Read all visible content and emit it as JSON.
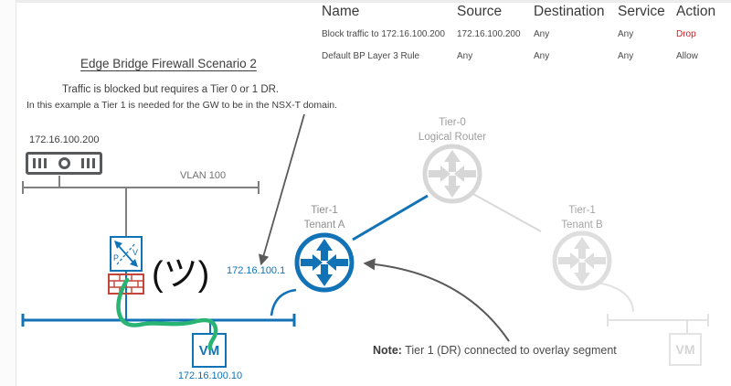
{
  "table": {
    "columns": [
      "Name",
      "Source",
      "Destination",
      "Service",
      "Action"
    ],
    "rows": [
      {
        "name": "Block traffic to 172.16.100.200",
        "source": "172.16.100.200",
        "destination": "Any",
        "service": "Any",
        "action": "Drop"
      },
      {
        "name": "Default BP Layer 3 Rule",
        "source": "Any",
        "destination": "Any",
        "service": "Any",
        "action": "Allow"
      }
    ]
  },
  "heading": {
    "title": "Edge Bridge Firewall Scenario 2",
    "line1": "Traffic is blocked but requires a Tier 0 or 1 DR.",
    "line2": "In this example a Tier 1 is needed for the GW to be in the NSX-T domain."
  },
  "labels": {
    "server_ip": "172.16.100.200",
    "vlan": "VLAN 100",
    "emoticon": "(ツ)",
    "tier0_line1": "Tier-0",
    "tier0_line2": "Logical Router",
    "tier1a_line1": "Tier-1",
    "tier1a_line2": "Tenant A",
    "tier1b_line1": "Tier-1",
    "tier1b_line2": "Tenant B",
    "gw_ip": "172.16.100.1",
    "vm_ip": "172.16.100.10",
    "vm": "VM",
    "vm_b": "VM",
    "bridge_p": "P",
    "bridge_v": "V",
    "note_label": "Note:",
    "note_text": " Tier 1 (DR) connected to overlay segment"
  },
  "colors": {
    "nsx_blue": "#1272b6",
    "green_path": "#29b473",
    "drop_red": "#cc2026",
    "firewall_red": "#c4453a",
    "dark_gray": "#58595b",
    "mid_gray": "#808080",
    "light_gray": "#d9d9d9",
    "lighter_gray": "#e3e3e3"
  }
}
